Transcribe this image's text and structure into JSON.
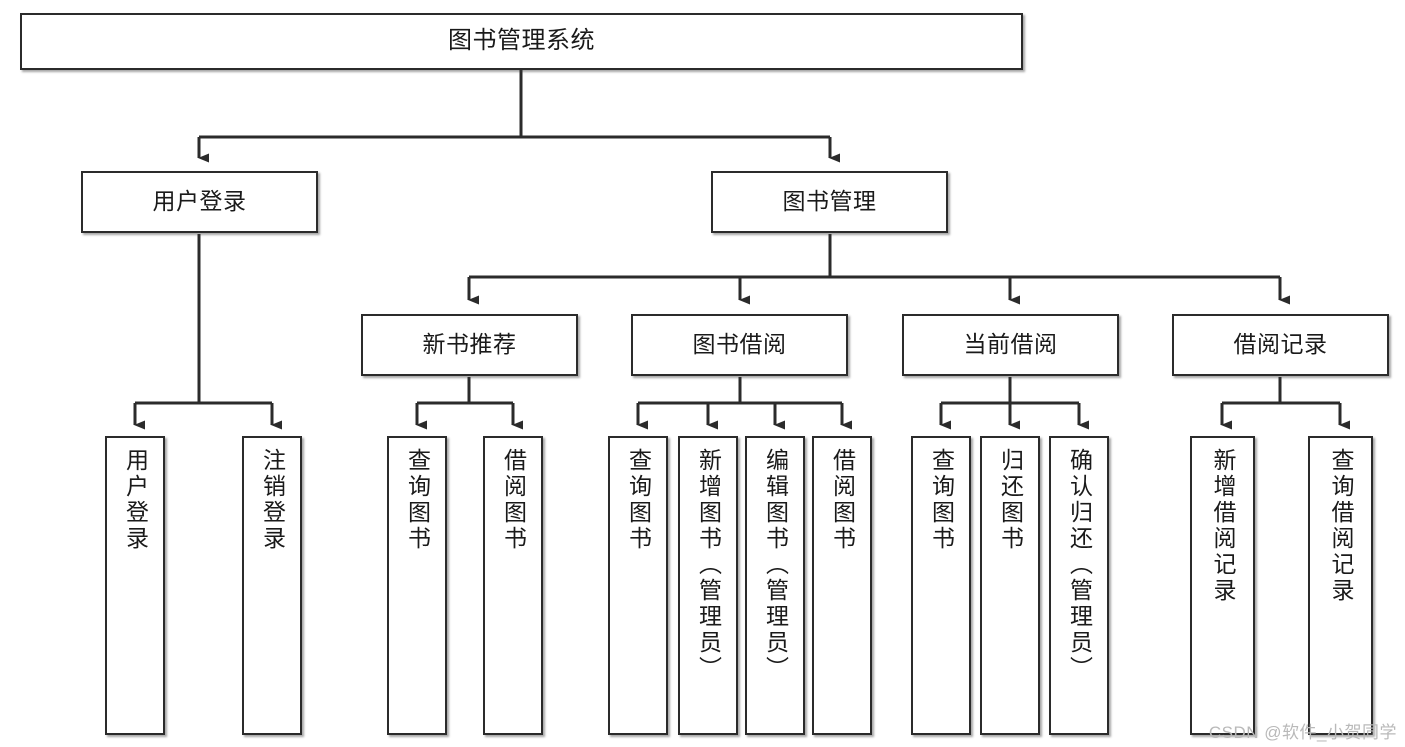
{
  "diagram": {
    "title": "图书管理系统",
    "type": "tree-structure-chart",
    "colors": {
      "box_border": "#2b2b2b",
      "box_fill": "#ffffff",
      "connector": "#2b2b2b",
      "text": "#1a1a1a",
      "watermark": "#b9b9b9"
    },
    "root": {
      "label": "图书管理系统"
    },
    "level2": [
      {
        "label": "用户登录"
      },
      {
        "label": "图书管理"
      }
    ],
    "level3": [
      {
        "label": "新书推荐"
      },
      {
        "label": "图书借阅"
      },
      {
        "label": "当前借阅"
      },
      {
        "label": "借阅记录"
      }
    ],
    "leaves": {
      "user_login": [
        {
          "label": "用户登录"
        },
        {
          "label": "注销登录"
        }
      ],
      "new_book_recommend": [
        {
          "label": "查询图书"
        },
        {
          "label": "借阅图书"
        }
      ],
      "book_borrow": [
        {
          "label": "查询图书"
        },
        {
          "label": "新增图书（管理员）"
        },
        {
          "label": "编辑图书（管理员）"
        },
        {
          "label": "借阅图书"
        }
      ],
      "current_borrow": [
        {
          "label": "查询图书"
        },
        {
          "label": "归还图书"
        },
        {
          "label": "确认归还（管理员）"
        }
      ],
      "borrow_record": [
        {
          "label": "新增借阅记录"
        },
        {
          "label": "查询借阅记录"
        }
      ]
    }
  },
  "watermark": {
    "text": "CSDN @软件_小贺同学"
  }
}
